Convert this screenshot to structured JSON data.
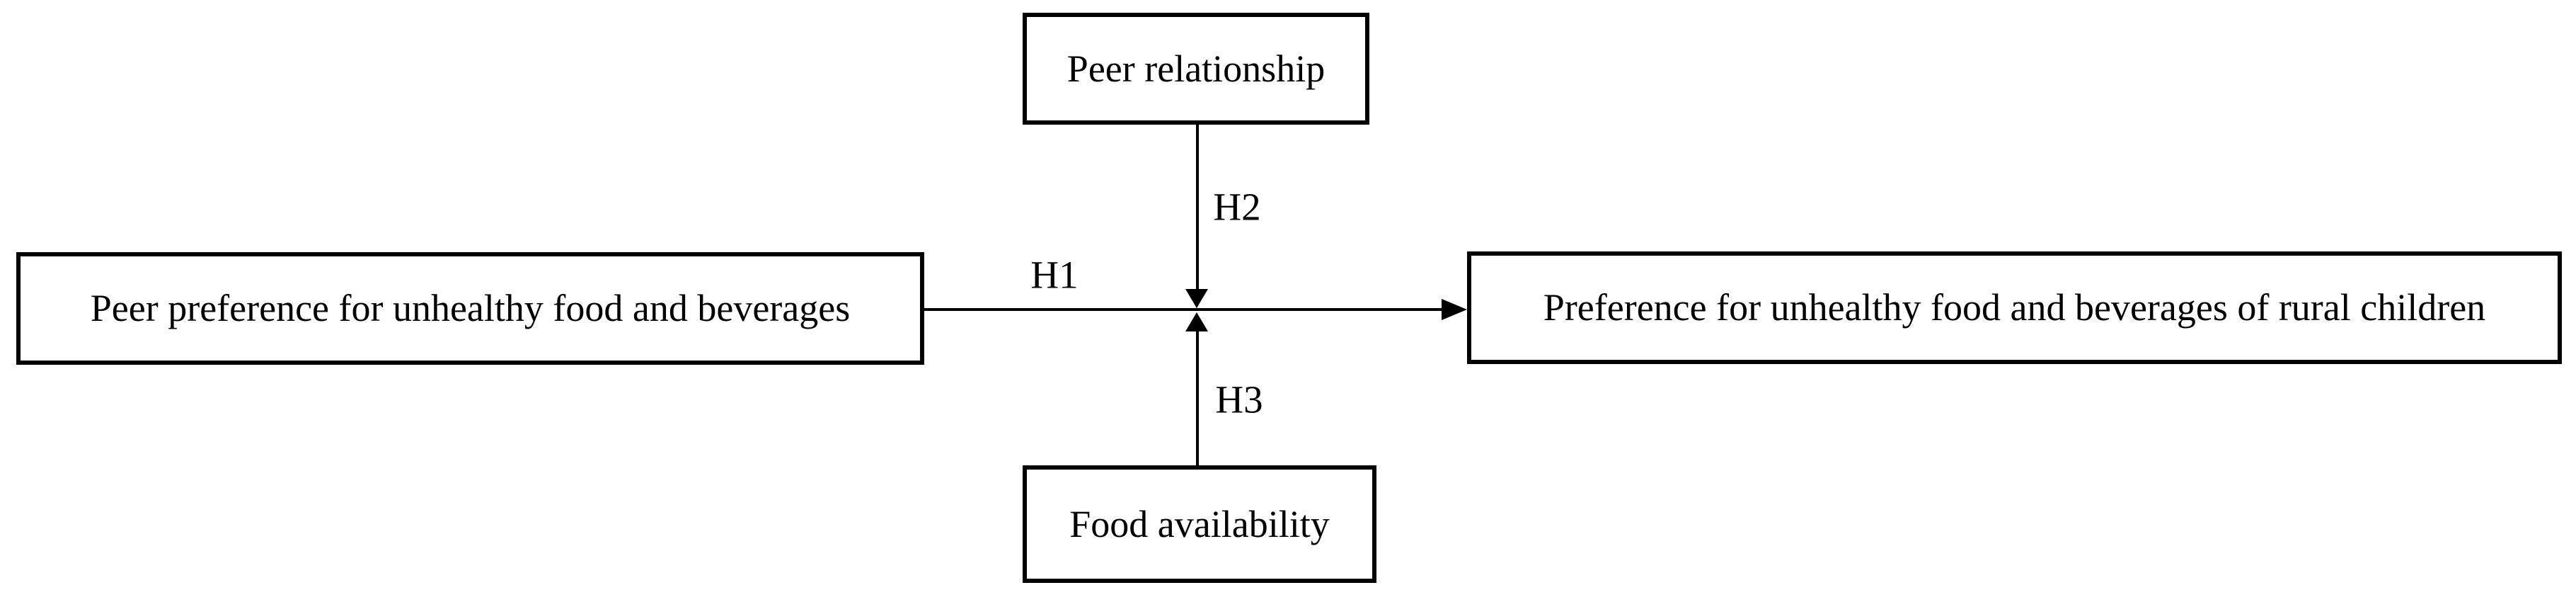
{
  "figure": {
    "type": "path-diagram",
    "background_color": "#ffffff",
    "line_color": "#000000",
    "text_color": "#000000",
    "nodes": {
      "peer_relationship": {
        "label": "Peer relationship",
        "position": "top-center"
      },
      "peer_preference": {
        "label": "Peer preference for unhealthy food and beverages",
        "position": "middle-left"
      },
      "preference_rural_children": {
        "label": "Preference for unhealthy food and beverages of rural children",
        "position": "middle-right"
      },
      "food_availability": {
        "label": "Food availability",
        "position": "bottom-center"
      }
    },
    "paths": {
      "h1": {
        "label": "H1",
        "from": "Peer preference for unhealthy food and beverages",
        "to": "Preference for unhealthy food and beverages of rural children",
        "direction": "right"
      },
      "h2": {
        "label": "H2",
        "from": "Peer relationship",
        "to": "midpoint of H1 path",
        "direction": "down"
      },
      "h3": {
        "label": "H3",
        "from": "Food availability",
        "to": "midpoint of H1 path",
        "direction": "up"
      }
    }
  }
}
